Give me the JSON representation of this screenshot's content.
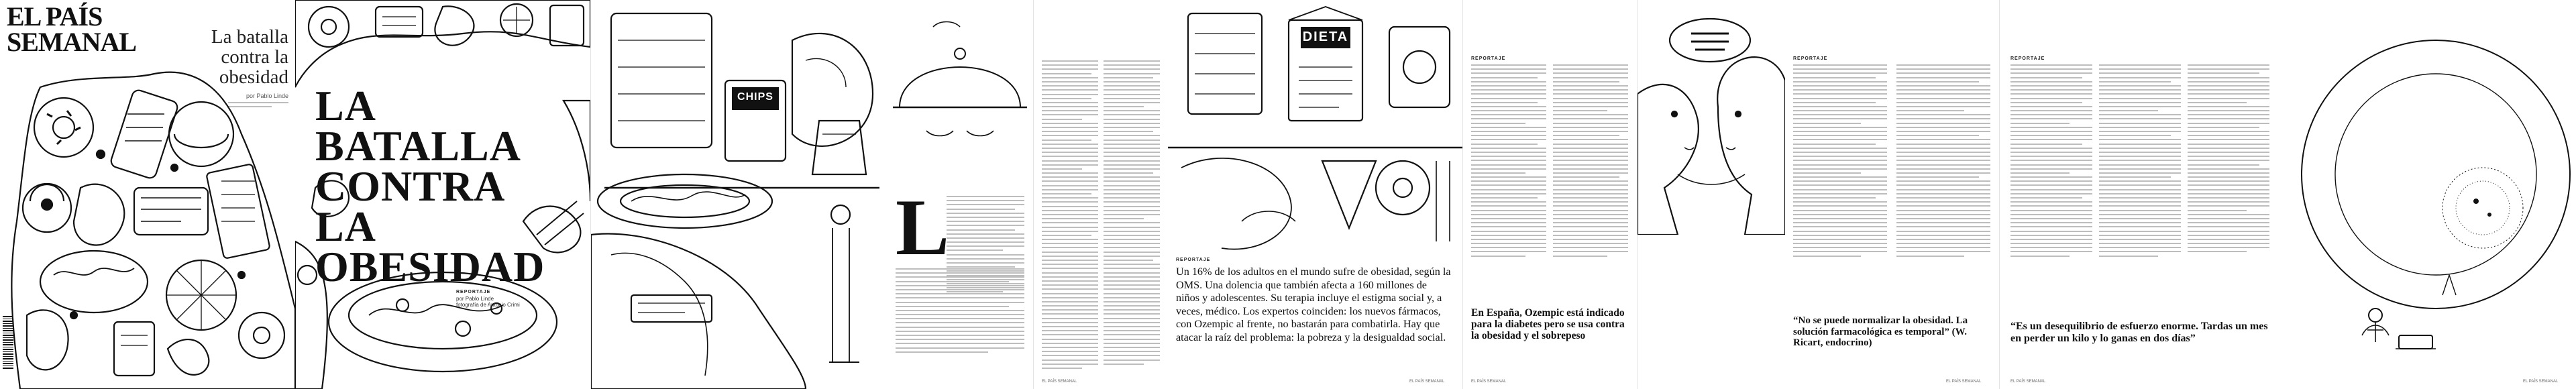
{
  "magazine": {
    "masthead_line1": "EL PAÍS",
    "masthead_line2": "SEMANAL"
  },
  "cover": {
    "title": "La batalla contra la obesidad",
    "byline": "por Pablo Linde"
  },
  "feature": {
    "title_lines": [
      "LA",
      "BATALLA",
      "CONTRA",
      "LA",
      "OBESIDAD"
    ],
    "section_tag": "REPORTAJE",
    "byline": "por Pablo Linde",
    "photo_credit": "fotografía de Antonio Crimi"
  },
  "opening": {
    "drop_cap": "L"
  },
  "lead": {
    "section_tag": "REPORTAJE",
    "text": "Un 16% de los adultos en el mundo sufre de obesidad, según la OMS. Una dolencia que también afecta a 160 millones de niños y adolescentes. Su terapia incluye el estigma social y, a veces, médico. Los expertos coinciden: los nuevos fármacos, con Ozempic al frente, no bastarán para combatirla. Hay que atacar la raíz del problema: la pobreza y la desigualdad social."
  },
  "illustration": {
    "sign_text": "DIETA",
    "chips_text": "CHIPS"
  },
  "spread3": {
    "section_tag": "REPORTAJE",
    "pull_quote": "En España, Ozempic está indicado para la diabetes pero se usa contra la obesidad y el sobrepeso"
  },
  "spread4": {
    "section_tag": "REPORTAJE",
    "pull_quote": "“No se puede normalizar la obesidad. La solución farmacológica es temporal” (W. Ricart, endocrino)"
  },
  "spread5": {
    "section_tag": "REPORTAJE",
    "pull_quote": "“Es un desequilibrio de esfuerzo enorme. Tardas un mes en perder un kilo y lo ganas en dos días”"
  },
  "footer": {
    "folio_label": "EL PAÍS SEMANAL"
  }
}
